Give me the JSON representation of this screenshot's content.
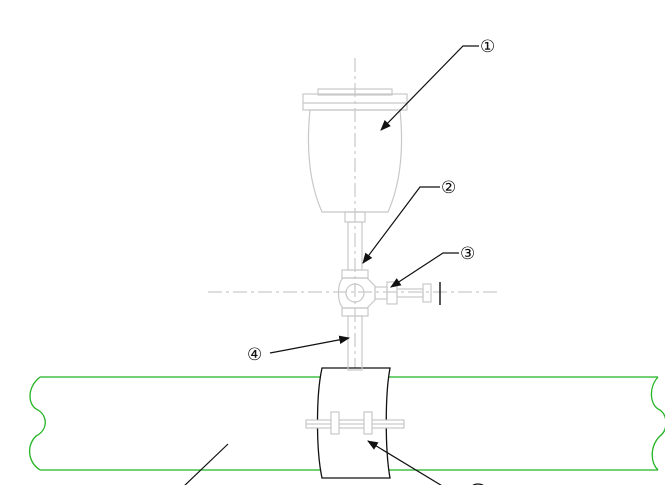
{
  "callouts": [
    {
      "id": "1",
      "label": "①"
    },
    {
      "id": "2",
      "label": "②"
    },
    {
      "id": "3",
      "label": "③"
    },
    {
      "id": "4",
      "label": "④"
    }
  ],
  "colors": {
    "pipe": "#22b422",
    "equipment": "#c8c8c8",
    "centerline": "#bdbdbd",
    "leader": "#111111",
    "clamp": "#111111"
  }
}
